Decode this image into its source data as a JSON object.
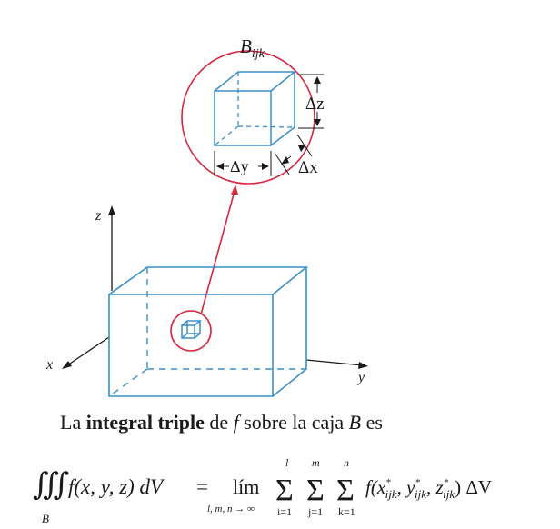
{
  "figure": {
    "cell_label_base": "B",
    "cell_label_sub": "ijk",
    "delta_z": "Δz",
    "delta_y": "Δy",
    "delta_x": "Δx",
    "axis_z": "z",
    "axis_x": "x",
    "axis_y": "y",
    "colors": {
      "box": "#3a8fc9",
      "zoom": "#d7263d",
      "ink": "#1a1a1a"
    }
  },
  "caption": {
    "part1": "La ",
    "bold": "integral triple",
    "part2": " de ",
    "f": "f",
    "part3": " sobre la caja ",
    "B": "B",
    "part4": " es"
  },
  "formula": {
    "integral_sign": "∭",
    "region": "B",
    "integrand": "f(x, y, z) dV",
    "equals": "=",
    "lim": "lím",
    "lim_sub": "l, m, n → ∞",
    "sum": "Σ",
    "sum1_top": "l",
    "sum1_bottom": "i=1",
    "sum2_top": "m",
    "sum2_bottom": "j=1",
    "sum3_top": "n",
    "sum3_bottom": "k=1",
    "summand_start": "f(x",
    "x_sub": "ijk",
    "sep1": ", y",
    "y_sub": "ijk",
    "sep2": ", z",
    "z_sub": "ijk",
    "star": "*",
    "summand_end": ") ΔV"
  }
}
